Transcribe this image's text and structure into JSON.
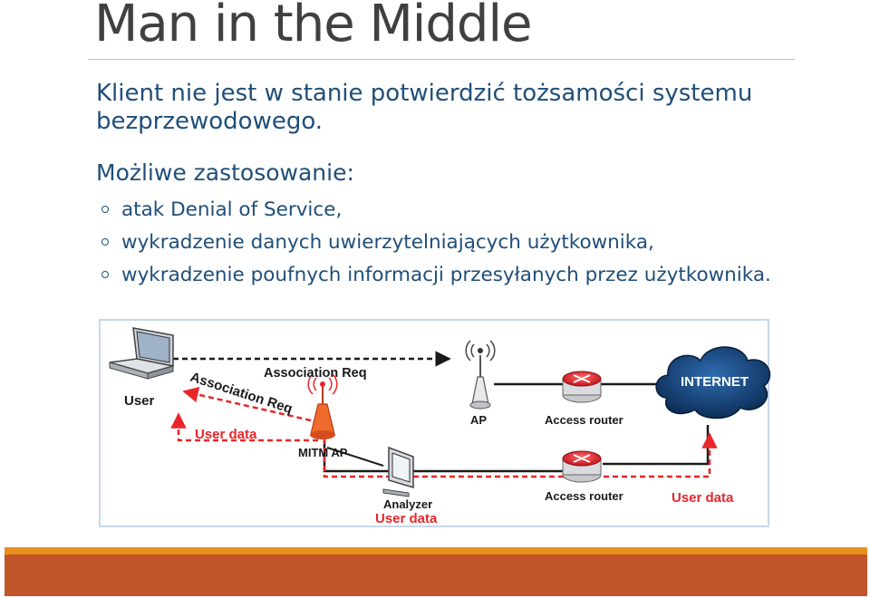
{
  "slide": {
    "title": "Man in the Middle",
    "intro": "Klient nie jest w stanie potwierdzić tożsamości systemu bezprzewodowego.",
    "subheading": "Możliwe zastosowanie:",
    "bullets": [
      "atak Denial of Service,",
      "wykradzenie danych uwierzytelniających użytkownika,",
      "wykradzenie poufnych informacji przesyłanych przez użytkownika."
    ]
  },
  "diagram": {
    "user": "User",
    "assoc_req_top": "Association Req",
    "assoc_req_diag": "Association Req",
    "user_data_left": "User data",
    "mitm_ap": "MITM AP",
    "ap": "AP",
    "access_router_top": "Access router",
    "access_router_bottom": "Access router",
    "internet": "INTERNET",
    "analyzer": "Analyzer",
    "user_data_bottom": "User data",
    "user_data_right": "User data",
    "colors": {
      "red_flow": "#e8262a",
      "black_flow": "#1a1a1a",
      "cloud": "#0d3a6e",
      "router": "#e8262a"
    }
  },
  "theme": {
    "text_color": "#1f4e79",
    "title_color": "#404040",
    "footer_orange": "#e8901e",
    "footer_rust": "#c0562a"
  }
}
